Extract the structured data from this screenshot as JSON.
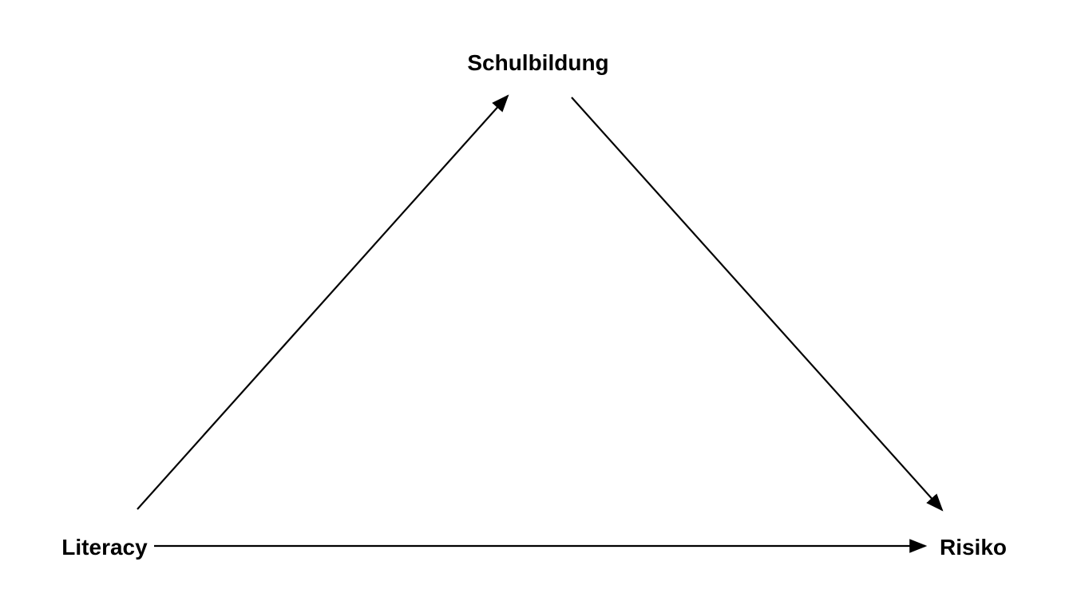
{
  "diagram": {
    "nodes": [
      {
        "id": "schulbildung",
        "label": "Schulbildung"
      },
      {
        "id": "literacy",
        "label": "Literacy"
      },
      {
        "id": "risiko",
        "label": "Risiko"
      }
    ],
    "edges": [
      {
        "from": "literacy",
        "to": "schulbildung"
      },
      {
        "from": "schulbildung",
        "to": "risiko"
      },
      {
        "from": "literacy",
        "to": "risiko"
      }
    ],
    "colors": {
      "line": "#000000",
      "text": "#000000",
      "background": "#ffffff"
    }
  }
}
